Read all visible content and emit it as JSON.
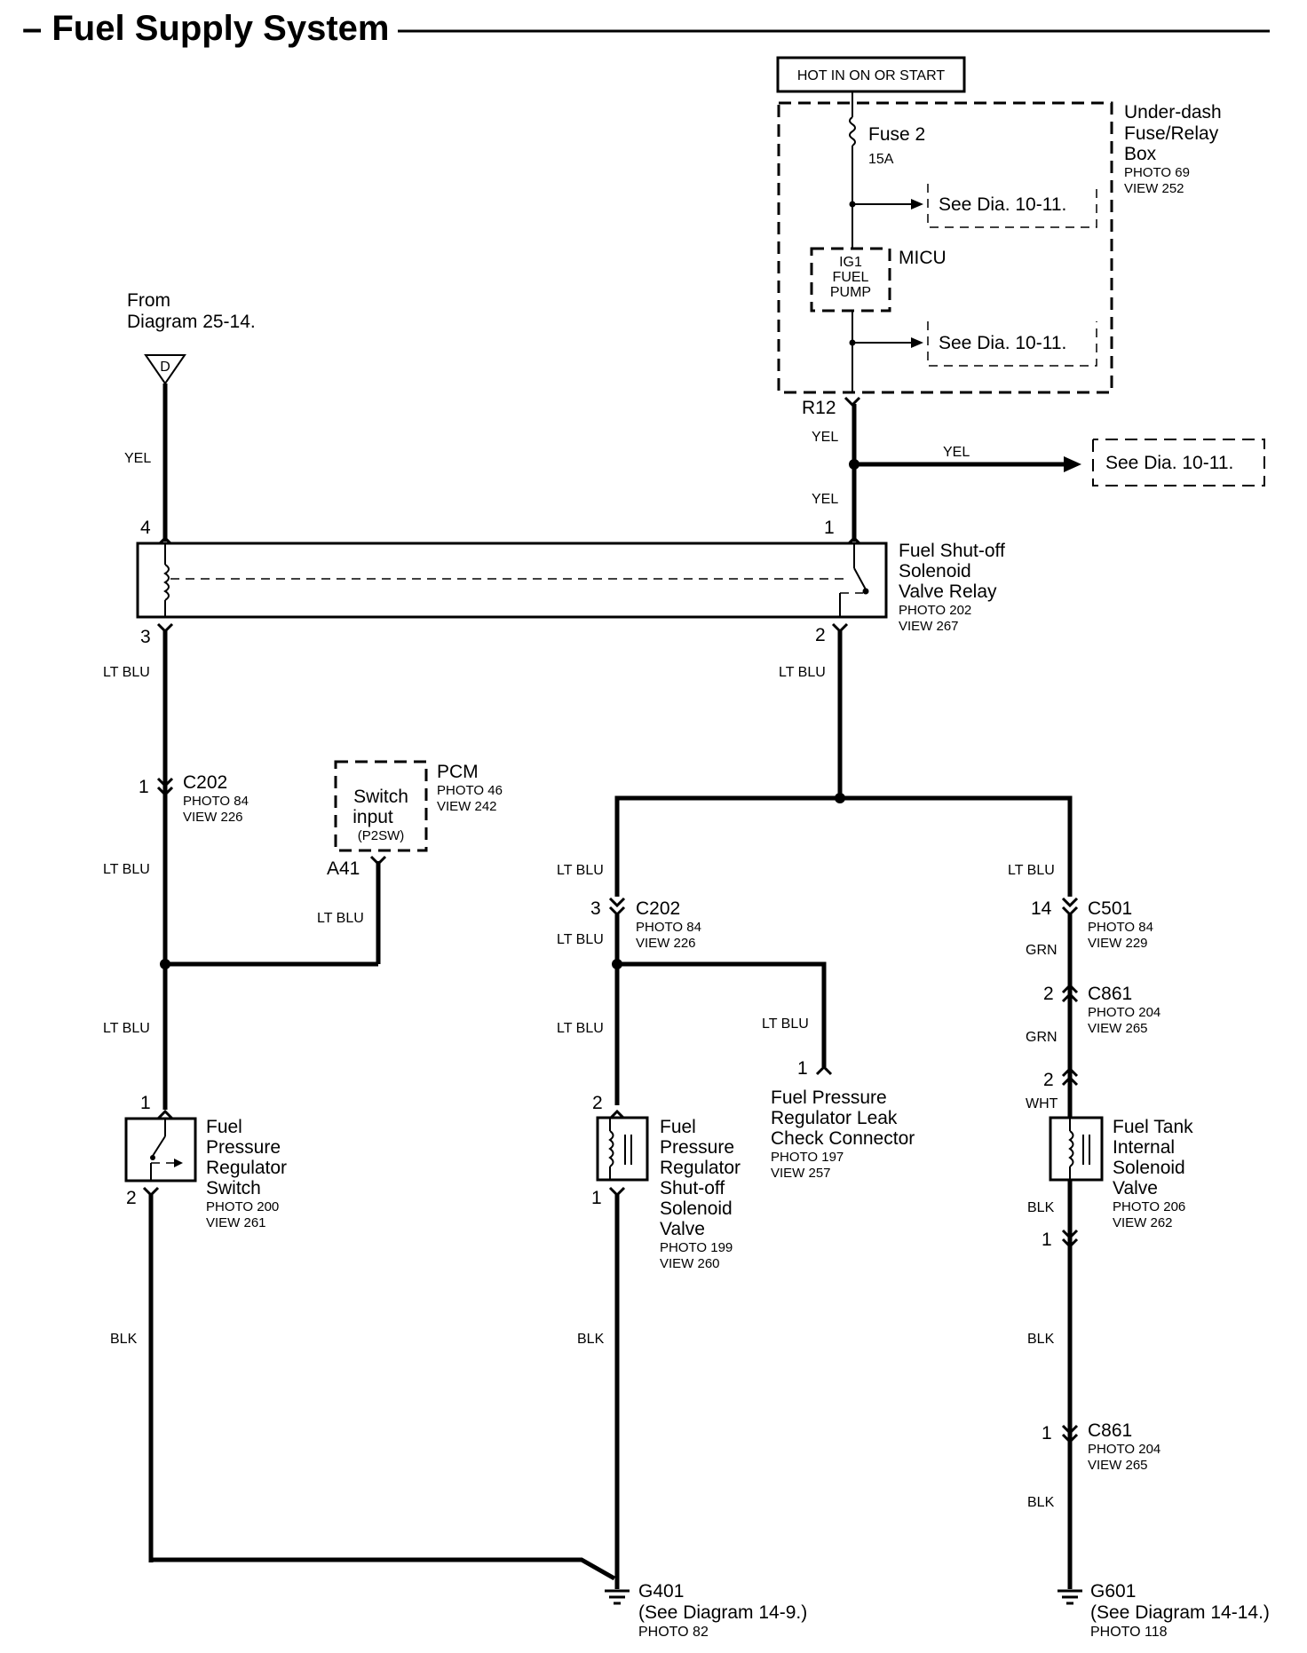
{
  "title": "– Fuel Supply System",
  "power": {
    "hot_label": "HOT IN ON OR START"
  },
  "fuse_box": {
    "name_line1": "Under-dash",
    "name_line2": "Fuse/Relay",
    "name_line3": "Box",
    "photo": "PHOTO 69",
    "view": "VIEW 252",
    "fuse_name": "Fuse 2",
    "fuse_rating": "15A",
    "see_dia_1": "See Dia. 10-11.",
    "see_dia_2": "See Dia. 10-11.",
    "micu_label": "MICU",
    "micu_line1": "IG1",
    "micu_line2": "FUEL",
    "micu_line3": "PUMP",
    "connector": "R12"
  },
  "yel_branch": {
    "wire_top": "YEL",
    "wire_right": "YEL",
    "wire_bottom": "YEL",
    "see_dia": "See Dia. 10-11."
  },
  "from_diagram": {
    "line1": "From",
    "line2": "Diagram 25-14.",
    "terminal": "D",
    "wire": "YEL"
  },
  "relay": {
    "line1": "Fuel Shut-off",
    "line2": "Solenoid",
    "line3": "Valve Relay",
    "photo": "PHOTO 202",
    "view": "VIEW 267",
    "pin_tl": "4",
    "pin_tr": "1",
    "pin_bl": "3",
    "pin_br": "2"
  },
  "left_branch": {
    "wire1": "LT BLU",
    "c202_pin": "1",
    "c202_name": "C202",
    "c202_photo": "PHOTO 84",
    "c202_view": "VIEW 226",
    "wire2": "LT BLU",
    "wire3": "LT BLU",
    "switch_pin_top": "1",
    "switch_pin_bottom": "2",
    "switch_line1": "Fuel",
    "switch_line2": "Pressure",
    "switch_line3": "Regulator",
    "switch_line4": "Switch",
    "switch_photo": "PHOTO 200",
    "switch_view": "VIEW 261",
    "wire_blk": "BLK"
  },
  "pcm": {
    "name": "PCM",
    "photo": "PHOTO 46",
    "view": "VIEW 242",
    "line1": "Switch",
    "line2": "input",
    "line3": "(P2SW)",
    "terminal": "A41",
    "wire": "LT BLU"
  },
  "right_trunk": {
    "wire": "LT BLU"
  },
  "middle_branch": {
    "wire1": "LT BLU",
    "c202_pin": "3",
    "c202_name": "C202",
    "c202_photo": "PHOTO 84",
    "c202_view": "VIEW 226",
    "wire2": "LT BLU",
    "wire3": "LT BLU",
    "valve_pin_top": "2",
    "valve_pin_bottom": "1",
    "valve_line1": "Fuel",
    "valve_line2": "Pressure",
    "valve_line3": "Regulator",
    "valve_line4": "Shut-off",
    "valve_line5": "Solenoid",
    "valve_line6": "Valve",
    "valve_photo": "PHOTO 199",
    "valve_view": "VIEW 260",
    "wire_blk": "BLK",
    "leak_wire": "LT BLU",
    "leak_pin": "1",
    "leak_line1": "Fuel Pressure",
    "leak_line2": "Regulator Leak",
    "leak_line3": "Check Connector",
    "leak_photo": "PHOTO 197",
    "leak_view": "VIEW 257"
  },
  "right_branch": {
    "wire1": "LT BLU",
    "c501_pin": "14",
    "c501_name": "C501",
    "c501_photo": "PHOTO 84",
    "c501_view": "VIEW 229",
    "wire2": "GRN",
    "c861a_pin": "2",
    "c861a_name": "C861",
    "c861a_photo": "PHOTO 204",
    "c861a_view": "VIEW 265",
    "wire3": "GRN",
    "pin_top": "2",
    "wire4": "WHT",
    "valve_line1": "Fuel Tank",
    "valve_line2": "Internal",
    "valve_line3": "Solenoid",
    "valve_line4": "Valve",
    "valve_photo": "PHOTO 206",
    "valve_view": "VIEW 262",
    "wire5": "BLK",
    "pin_bottom": "1",
    "wire6": "BLK",
    "c861b_pin": "1",
    "c861b_name": "C861",
    "c861b_photo": "PHOTO 204",
    "c861b_view": "VIEW 265",
    "wire7": "BLK"
  },
  "grounds": {
    "g401_name": "G401",
    "g401_ref": "(See Diagram 14-9.)",
    "g401_photo": "PHOTO 82",
    "g601_name": "G601",
    "g601_ref": "(See Diagram 14-14.)",
    "g601_photo": "PHOTO 118"
  }
}
